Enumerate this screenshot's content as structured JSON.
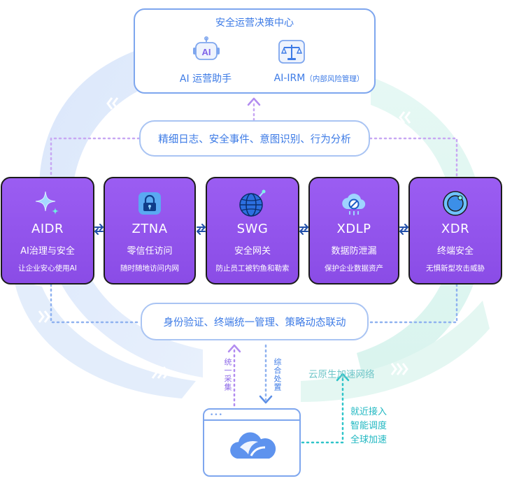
{
  "decision_center": {
    "title": "安全运营决策中心",
    "ai_item": {
      "label": "AI 运营助手",
      "icon": "ai-robot-icon"
    },
    "irm_item": {
      "label": "AI-IRM",
      "sublabel": "（内部风险管理）",
      "icon": "balance-scale-icon"
    }
  },
  "top_bar": {
    "label": "精细日志、安全事件、意图识别、行为分析"
  },
  "modules": [
    {
      "name": "AIDR",
      "title": "AI治理与安全",
      "desc": "让企业安心使用AI",
      "icon": "sparkle-icon"
    },
    {
      "name": "ZTNA",
      "title": "零信任访问",
      "desc": "随时随地访问内网",
      "icon": "lock-icon"
    },
    {
      "name": "SWG",
      "title": "安全网关",
      "desc": "防止员工被钓鱼和勒索",
      "icon": "globe-icon"
    },
    {
      "name": "XDLP",
      "title": "数据防泄漏",
      "desc": "保护企业数据资产",
      "icon": "cloud-block-icon"
    },
    {
      "name": "XDR",
      "title": "终端安全",
      "desc": "无惧新型攻击威胁",
      "icon": "endpoint-ring-icon"
    }
  ],
  "bottom_bar": {
    "label": "身份验证、终端统一管理、策略动态联动"
  },
  "flows": {
    "up": "统一采集",
    "down": "综合处置"
  },
  "network": {
    "title": "云原生加速网络",
    "features": [
      "就近接入",
      "智能调度",
      "全球加速"
    ]
  },
  "client": {
    "icon": "cloud-app-icon",
    "dots": "•••"
  },
  "colors": {
    "primary_blue": "#3d7be6",
    "card_purple": "#8a4ce6",
    "teal": "#21b8c2",
    "flow_purple": "#b28cf0",
    "flow_blue": "#7ea6ee"
  }
}
